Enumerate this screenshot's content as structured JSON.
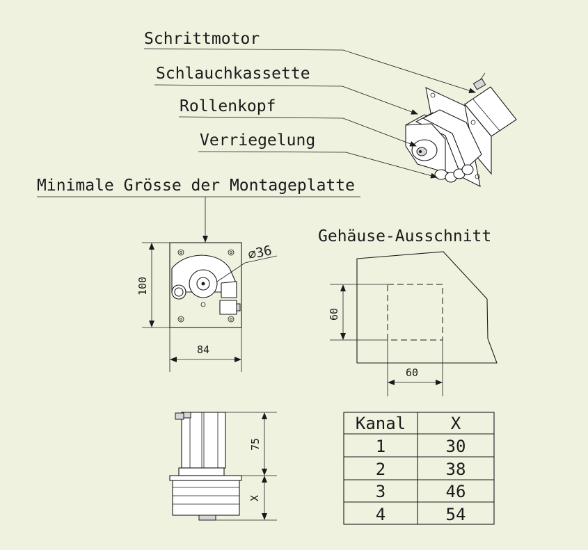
{
  "labels": {
    "stepper_motor": "Schrittmotor",
    "tube_cassette": "Schlauchkassette",
    "roller_head": "Rollenkopf",
    "lock": "Verriegelung",
    "min_plate": "Minimale Grösse der Montageplatte",
    "housing_cutout": "Gehäuse-Ausschnitt"
  },
  "dimensions": {
    "plate_height": "100",
    "plate_width": "84",
    "diameter": "⌀36",
    "cutout_height": "60",
    "cutout_width": "60",
    "motor_length": "75",
    "cassette_x": "X"
  },
  "table": {
    "headers": [
      "Kanal",
      "X"
    ],
    "rows": [
      [
        "1",
        "30"
      ],
      [
        "2",
        "38"
      ],
      [
        "3",
        "46"
      ],
      [
        "4",
        "54"
      ]
    ]
  }
}
